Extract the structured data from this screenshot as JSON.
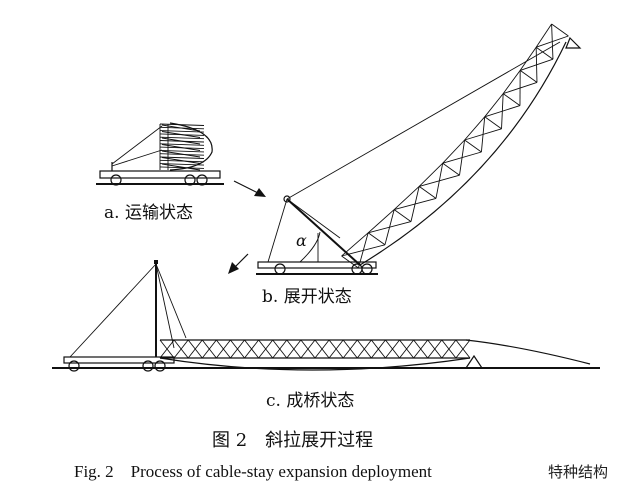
{
  "labels": {
    "a": "a. 运输状态",
    "b": "b. 展开状态",
    "c": "c. 成桥状态",
    "alpha": "α"
  },
  "caption": {
    "cn": "图 2　斜拉展开过程",
    "en": "Fig. 2　Process of cable-stay expansion deployment"
  },
  "watermark": "特种结构",
  "colors": {
    "ink": "#111111",
    "background": "#ffffff"
  }
}
